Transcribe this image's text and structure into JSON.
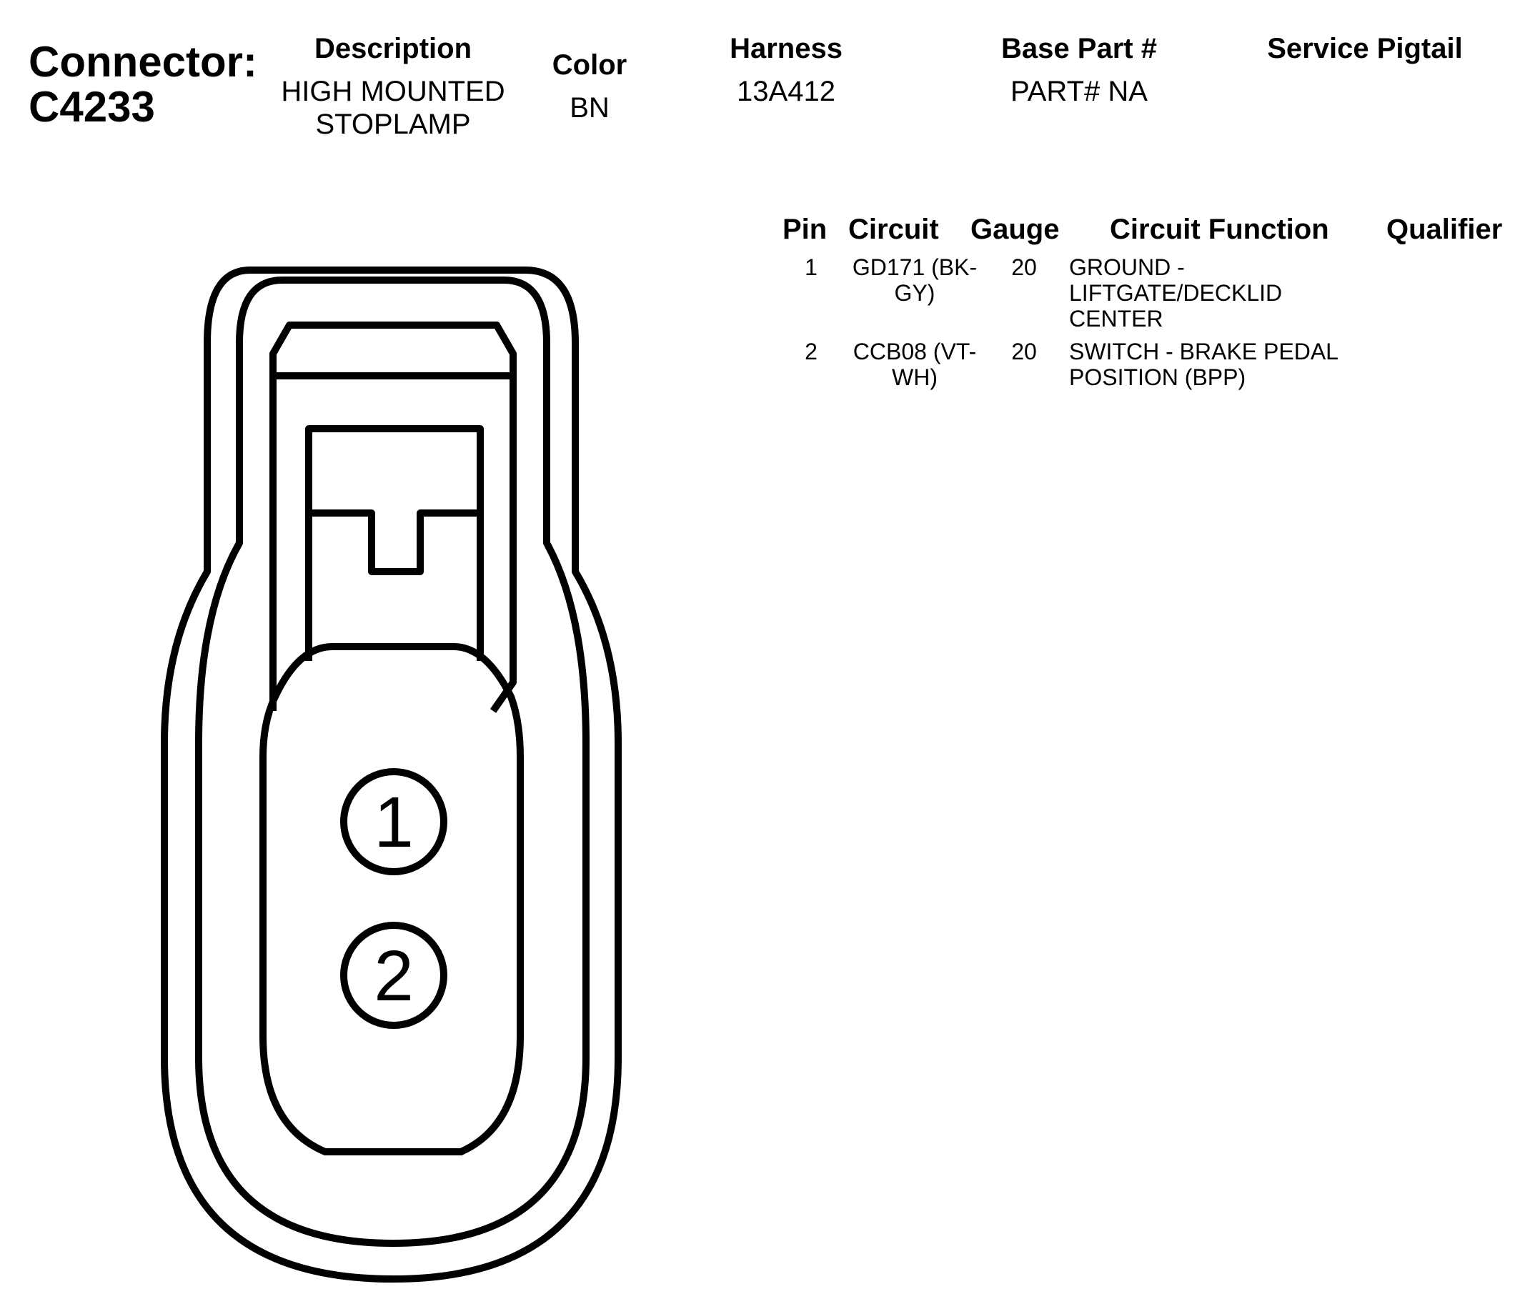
{
  "connector": {
    "label": "Connector:",
    "id": "C4233"
  },
  "header": {
    "description": {
      "title": "Description",
      "lines": [
        "HIGH MOUNTED",
        "STOPLAMP"
      ]
    },
    "color": {
      "title": "Color",
      "value": "BN"
    },
    "harness": {
      "title": "Harness",
      "value": "13A412"
    },
    "base_part": {
      "title": "Base Part #",
      "value": "PART# NA"
    },
    "service_pigtail": {
      "title": "Service Pigtail",
      "value": ""
    }
  },
  "pin_table": {
    "columns": [
      "Pin",
      "Circuit",
      "Gauge",
      "Circuit Function",
      "Qualifier"
    ],
    "rows": [
      {
        "pin": "1",
        "circuit": [
          "GD171 (BK-",
          "GY)"
        ],
        "gauge": "20",
        "function": [
          "GROUND -",
          "LIFTGATE/DECKLID",
          "CENTER"
        ],
        "qualifier": ""
      },
      {
        "pin": "2",
        "circuit": [
          "CCB08 (VT-",
          "WH)"
        ],
        "gauge": "20",
        "function": [
          "SWITCH - BRAKE PEDAL",
          "POSITION (BPP)"
        ],
        "qualifier": ""
      }
    ]
  },
  "diagram": {
    "pin_labels": [
      "1",
      "2"
    ],
    "stroke_color": "#000000"
  }
}
